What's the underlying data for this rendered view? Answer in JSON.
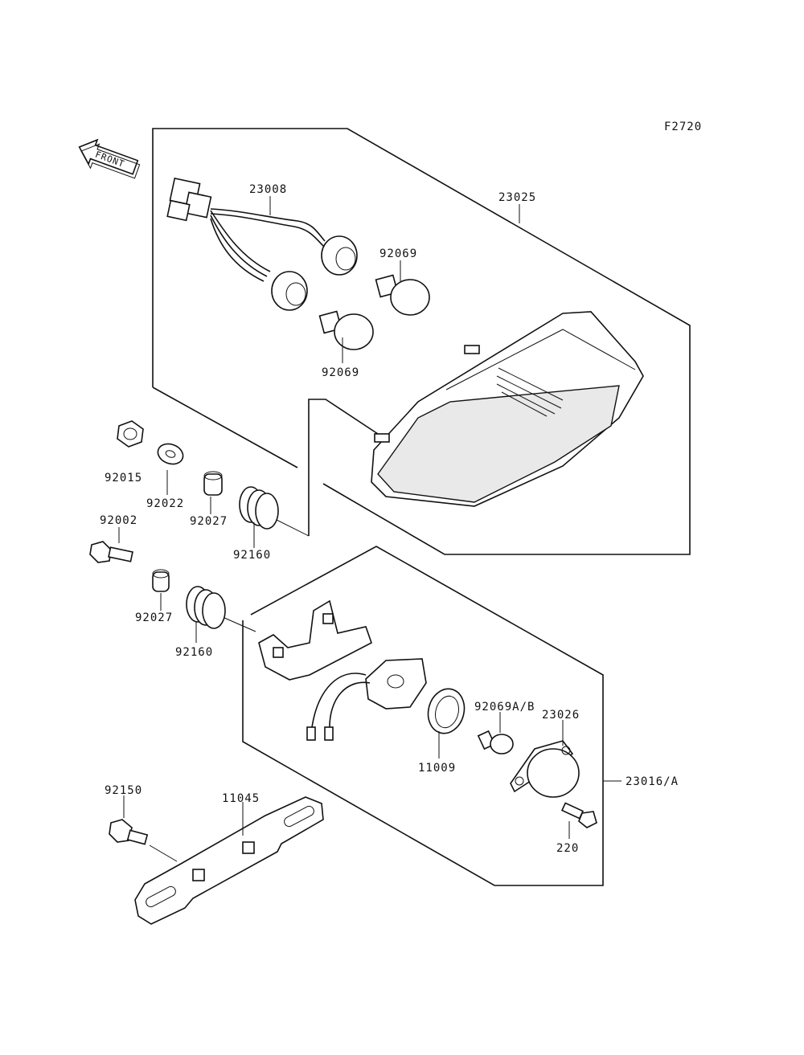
{
  "diagram": {
    "figure_code": "F2720",
    "front_label": "FRONT",
    "callouts": {
      "harness": "23008",
      "tail_lamp_assy": "23025",
      "bulb_upper": "92069",
      "bulb_lower": "92069",
      "nut": "92015",
      "washer": "92022",
      "collar_1": "92027",
      "bolt": "92002",
      "damper_1": "92160",
      "collar_2": "92027",
      "damper_2": "92160",
      "license_bulb": "92069A/B",
      "license_cover": "23026",
      "gasket": "11009",
      "license_lamp_assy": "23016/A",
      "screw": "220",
      "bolt_bracket": "92150",
      "bracket": "11045"
    }
  }
}
